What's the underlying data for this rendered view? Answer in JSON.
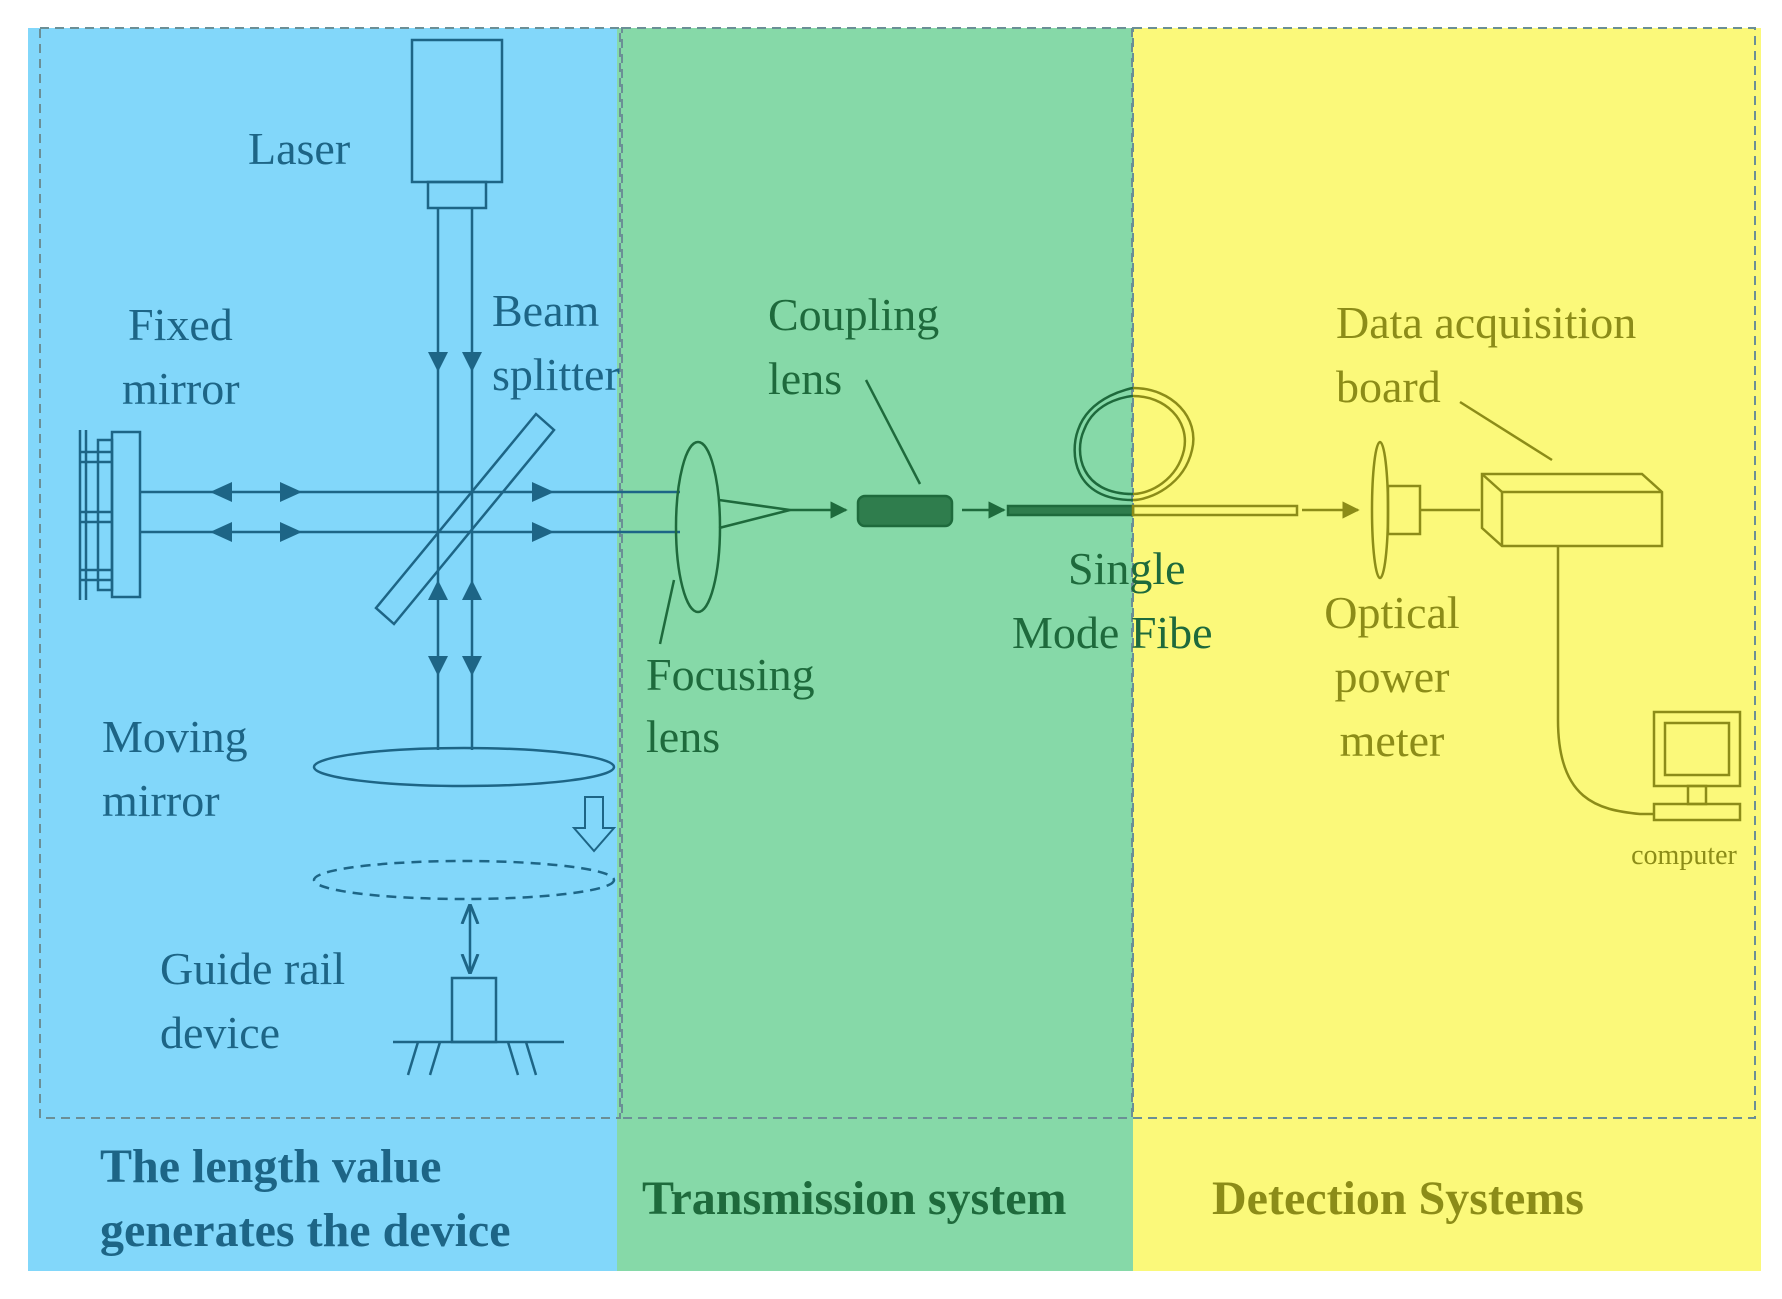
{
  "colors": {
    "blue_panel": "#82d7fa",
    "green_panel": "#86d9a8",
    "yellow_panel": "#fbf97a",
    "blue_ink": "#1d6586",
    "green_ink": "#1e6a3c",
    "yellow_ink": "#8c8c18",
    "dash": "#6b8f96"
  },
  "sections": {
    "length": {
      "title_line1": "The length value",
      "title_line2": "generates the device"
    },
    "transmission": {
      "title": "Transmission system"
    },
    "detection": {
      "title": "Detection Systems"
    }
  },
  "labels": {
    "laser": "Laser",
    "fixed_mirror_1": "Fixed",
    "fixed_mirror_2": "mirror",
    "beam_splitter_1": "Beam",
    "beam_splitter_2": "splitter",
    "moving_mirror_1": "Moving",
    "moving_mirror_2": "mirror",
    "guide_rail_1": "Guide rail",
    "guide_rail_2": "device",
    "coupling_lens_1": "Coupling",
    "coupling_lens_2": "lens",
    "focusing_lens_1": "Focusing",
    "focusing_lens_2": "lens",
    "single_mode_1": "Single",
    "single_mode_2": "Mode Fibe",
    "dab_1": "Data acquisition",
    "dab_2": "board",
    "opm_1": "Optical",
    "opm_2": "power",
    "opm_3": "meter",
    "computer": "computer"
  }
}
